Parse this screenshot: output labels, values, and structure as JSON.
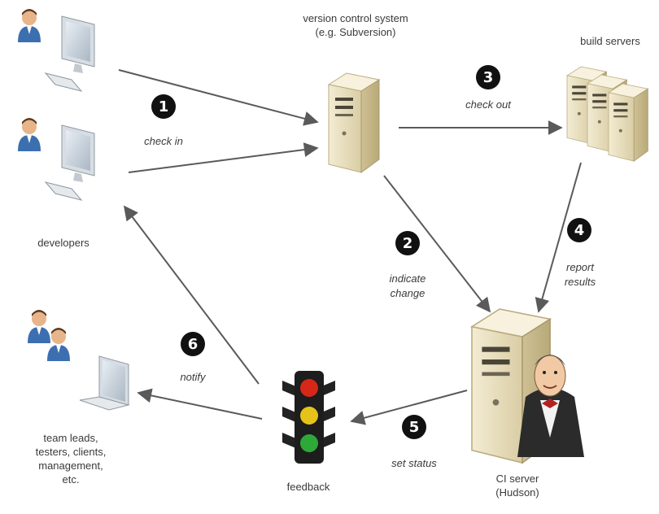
{
  "nodes": {
    "vcs": {
      "line1": "version control system",
      "line2": "(e.g. Subversion)"
    },
    "build_servers": {
      "label": "build servers"
    },
    "developers": {
      "label": "developers"
    },
    "ci_server": {
      "line1": "CI server",
      "line2": "(Hudson)"
    },
    "feedback": {
      "label": "feedback"
    },
    "team": {
      "line1": "team leads,",
      "line2": "testers, clients,",
      "line3": "management,",
      "line4": "etc."
    }
  },
  "steps": [
    {
      "number": "1",
      "label": "check in"
    },
    {
      "number": "2",
      "label_line1": "indicate",
      "label_line2": "change"
    },
    {
      "number": "3",
      "label": "check out"
    },
    {
      "number": "4",
      "label_line1": "report",
      "label_line2": "results"
    },
    {
      "number": "5",
      "label": "set status"
    },
    {
      "number": "6",
      "label": "notify"
    }
  ],
  "colors": {
    "arrow": "#5a5a5a",
    "server_body": "#e9dfbf",
    "monitor": "#c9d3de",
    "light_red": "#d62718",
    "light_yellow": "#e6c31a",
    "light_green": "#2fa83a"
  }
}
